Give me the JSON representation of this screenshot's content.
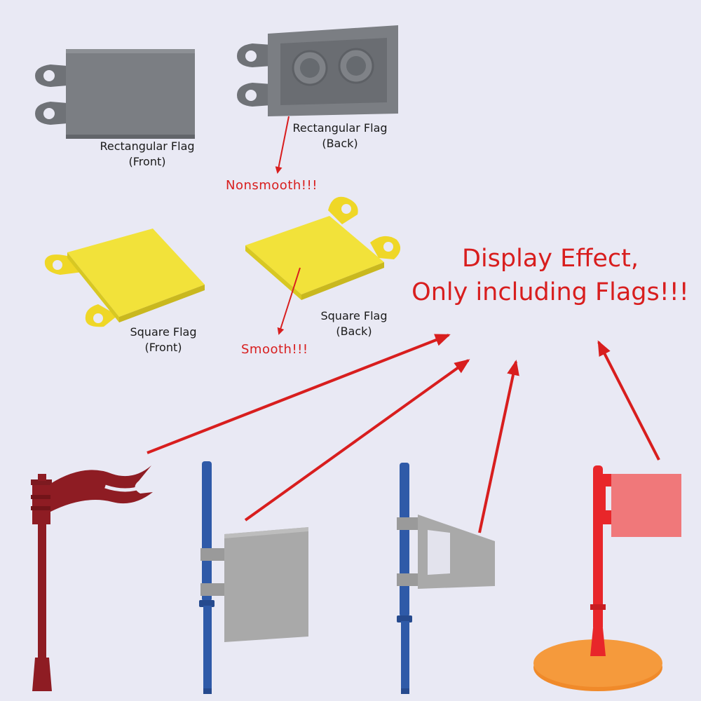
{
  "labels": {
    "rect_front": {
      "line1": "Rectangular Flag",
      "line2": "(Front)"
    },
    "rect_back": {
      "line1": "Rectangular Flag",
      "line2": "(Back)"
    },
    "square_front": {
      "line1": "Square Flag",
      "line2": "(Front)"
    },
    "square_back": {
      "line1": "Square Flag",
      "line2": "(Back)"
    }
  },
  "notes": {
    "nonsmooth": "Nonsmooth!!!",
    "smooth": "Smooth!!!"
  },
  "headline": {
    "line1": "Display Effect,",
    "line2": "Only including Flags!!!"
  },
  "colors": {
    "background": "#e9e9f4",
    "accent_red": "#d81e1e",
    "gray_part": "#7b7e83",
    "light_gray_part": "#a9a9a9",
    "yellow_part": "#f2e23a",
    "dark_red_part": "#8e1c23",
    "blue_pole": "#2f5aa8",
    "red_part": "#e8262a",
    "orange_base": "#f08a2a"
  },
  "icons": {
    "rect_flag_front": "rectangular-flag-front-image",
    "rect_flag_back": "rectangular-flag-back-image",
    "square_flag_front": "square-flag-front-image",
    "square_flag_back": "square-flag-back-image",
    "wave_flag_pole": "dark-red-wave-flag-pole-image",
    "rect_flag_pole": "blue-pole-gray-rect-flag-image",
    "triangle_flag_pole": "blue-pole-gray-triangle-flag-image",
    "red_flag_base": "red-flag-orange-base-image"
  }
}
